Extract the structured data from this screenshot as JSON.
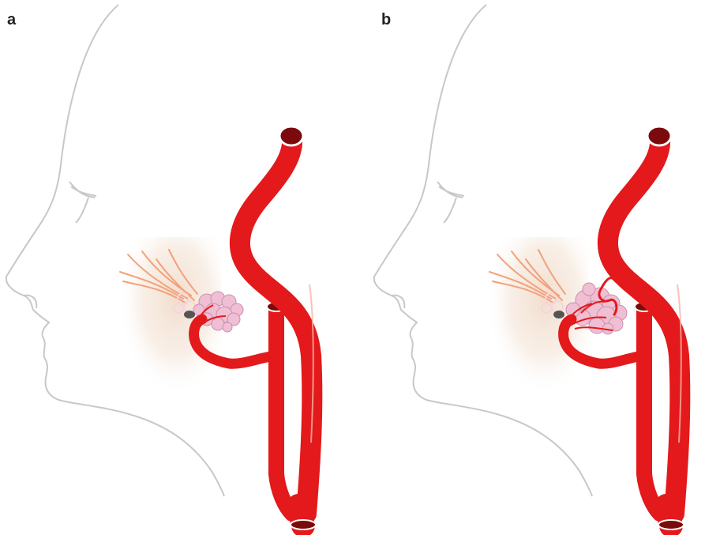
{
  "panels": [
    {
      "label": "a",
      "variant": "normal-blush"
    },
    {
      "label": "b",
      "variant": "tortuous-feeder"
    }
  ],
  "colors": {
    "artery": "#e3191b",
    "artery_dark": "#8b0d10",
    "outline": "#c8c8c8",
    "nerve": "#f2a27a",
    "gland": "#f0bfd3",
    "gland_stroke": "#c890b0",
    "blush": "#f3e1d3"
  }
}
